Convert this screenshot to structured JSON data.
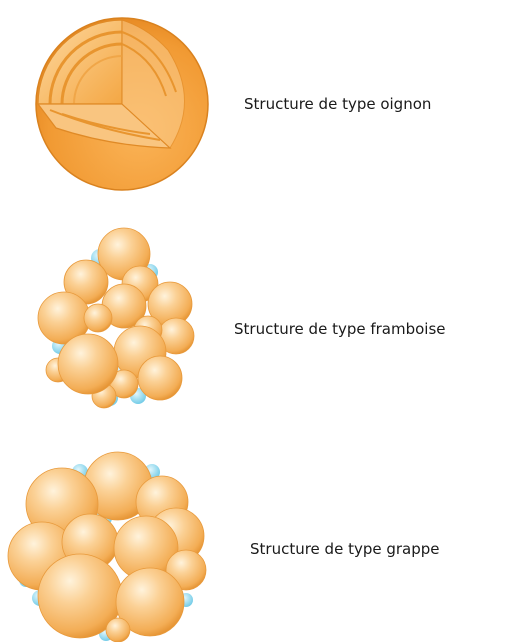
{
  "structures": [
    {
      "id": "oignon",
      "label": "Structure de type oignon"
    },
    {
      "id": "framboise",
      "label": "Structure de type framboise"
    },
    {
      "id": "grappe",
      "label": "Structure de type grappe"
    }
  ],
  "colors": {
    "sphere_light": "#fde3b4",
    "sphere_mid": "#f7bf72",
    "sphere_dark": "#e8952f",
    "sphere_edge": "#d98424",
    "interstitial": "#7fd3ec",
    "text": "#1a1a1a"
  }
}
